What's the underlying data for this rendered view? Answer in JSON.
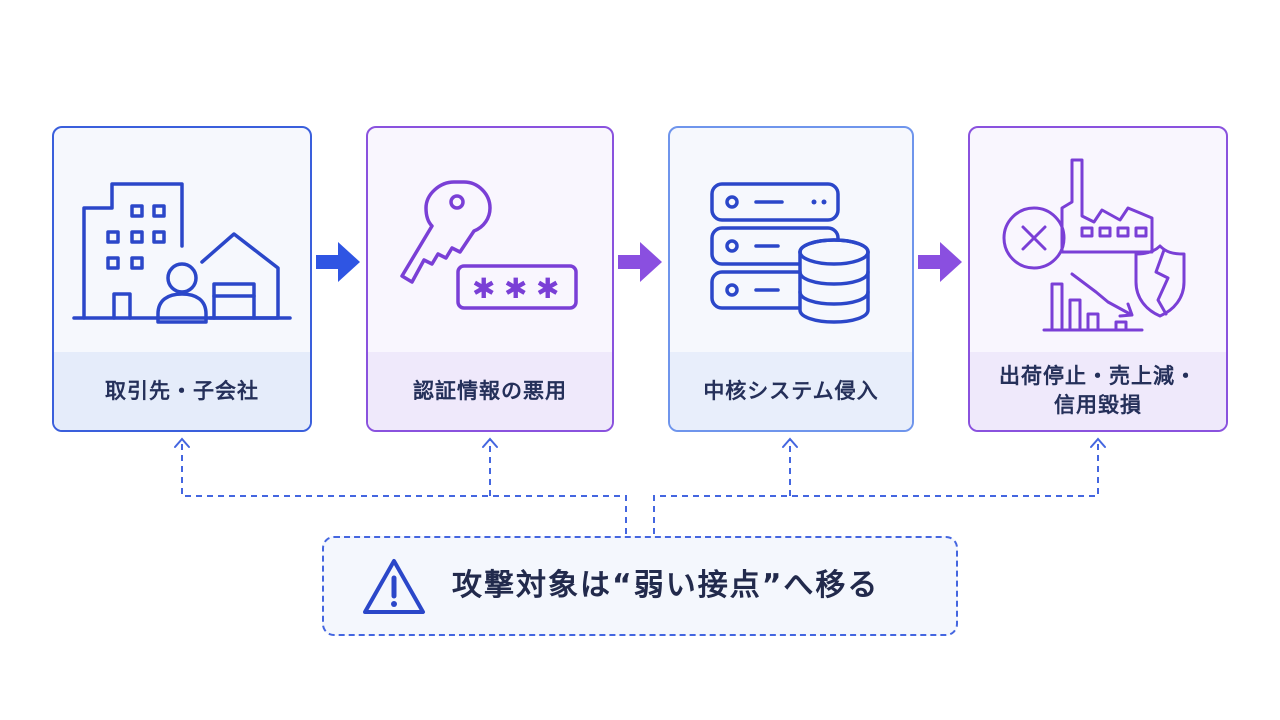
{
  "flow": {
    "steps": [
      {
        "label": "取引先・子会社",
        "icon": "office-buildings-icon"
      },
      {
        "label": "認証情報の悪用",
        "icon": "key-password-icon"
      },
      {
        "label": "中核システム侵入",
        "icon": "server-database-icon"
      },
      {
        "label_lines": [
          "出荷停止・売上減・",
          "信用毀損"
        ],
        "icon": "factory-damage-icon"
      }
    ],
    "colors": {
      "blue": "#3a5fdc",
      "purple": "#8a52de",
      "light_blue": "#6f95ec"
    }
  },
  "warning": {
    "text": "攻撃対象は“弱い接点”へ移る",
    "icon": "warning-triangle-icon"
  }
}
